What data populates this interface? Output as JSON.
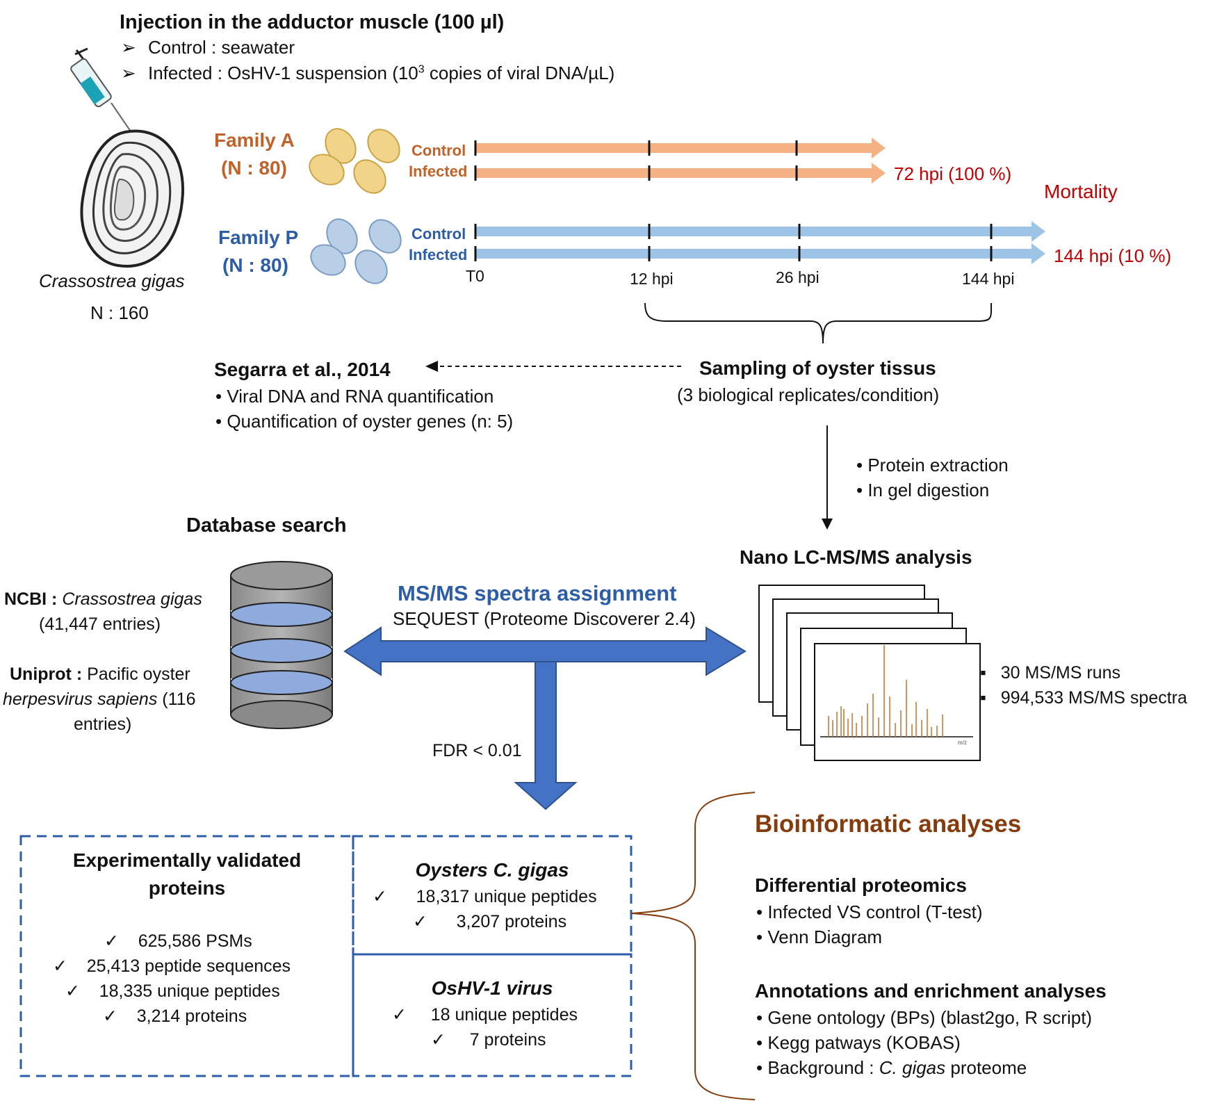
{
  "injection": {
    "title": "Injection in  the adductor muscle (100 µl)",
    "control": "Control : seawater",
    "infected_pre": "Infected : OsHV-1 suspension  (10",
    "infected_sup": "3",
    "infected_post": " copies of viral DNA/µL)",
    "bullet": "➢"
  },
  "oyster": {
    "species": "Crassostrea gigas",
    "n": "N : 160"
  },
  "familyA": {
    "name": "Family A",
    "n": "(N : 80)",
    "control": "Control",
    "infected": "Infected",
    "outcome": "72 hpi (100 %)",
    "color": "#c0622a",
    "arrow_color": "#f4b183"
  },
  "familyP": {
    "name": "Family P",
    "n": "(N : 80)",
    "control": "Control",
    "infected": "Infected",
    "outcome": "144 hpi (10 %)",
    "color": "#2e5da8",
    "arrow_color": "#9dc3e6"
  },
  "mortality": {
    "label": "Mortality",
    "color": "#c00000"
  },
  "timepoints": [
    "T0",
    "12 hpi",
    "26 hpi",
    "144 hpi"
  ],
  "sampling": {
    "title": "Sampling of oyster tissus",
    "sub": "(3 biological replicates/condition)"
  },
  "segarra": {
    "title": "Segarra et al., 2014",
    "items": [
      "Viral DNA and RNA quantification",
      "Quantification of oyster genes (n: 5)"
    ]
  },
  "extraction": {
    "items": [
      "Protein extraction",
      "In gel digestion"
    ]
  },
  "database": {
    "title": "Database search",
    "ncbi_label": "NCBI :",
    "ncbi_species": "Crassostrea gigas",
    "ncbi_entries": "(41,447 entries)",
    "uniprot_label": "Uniprot :",
    "uniprot_rest": "Pacific oyster",
    "uniprot_virus": "herpesvirus sapiens",
    "uniprot_count": "(116",
    "uniprot_entries": "entries)"
  },
  "msms": {
    "title": "MS/MS spectra assignment",
    "sub": "SEQUEST (Proteome Discoverer 2.4)",
    "fdr": "FDR < 0.01",
    "color": "#2e5da8",
    "arrow_color": "#4472c4"
  },
  "nano": {
    "title": "Nano LC-MS/MS analysis",
    "runs": "30 MS/MS runs",
    "spectra": "994,533 MS/MS spectra",
    "axis_label": "m/z"
  },
  "validated": {
    "title_l1": "Experimentally validated",
    "title_l2": "proteins",
    "items": [
      "625,586 PSMs",
      "25,413 peptide sequences",
      "18,335 unique peptides",
      "3,214 proteins"
    ]
  },
  "oysters_box": {
    "title": "Oysters C. gigas",
    "items": [
      "18,317 unique peptides",
      "3,207 proteins"
    ]
  },
  "virus_box": {
    "title": "OsHV-1 virus",
    "items": [
      "18 unique peptides",
      "7 proteins"
    ]
  },
  "bioinfo": {
    "title": "Bioinformatic analyses",
    "color": "#843c0c",
    "diff_title": "Differential proteomics",
    "diff_items": [
      "Infected VS control (T-test)",
      "Venn Diagram"
    ],
    "annot_title": "Annotations and enrichment analyses",
    "annot_items": [
      "Gene ontology (BPs) (blast2go, R script)",
      "Kegg patways (KOBAS)"
    ],
    "background_pre": "Background : ",
    "background_species": "C. gigas",
    "background_post": " proteome"
  },
  "check": "✓"
}
